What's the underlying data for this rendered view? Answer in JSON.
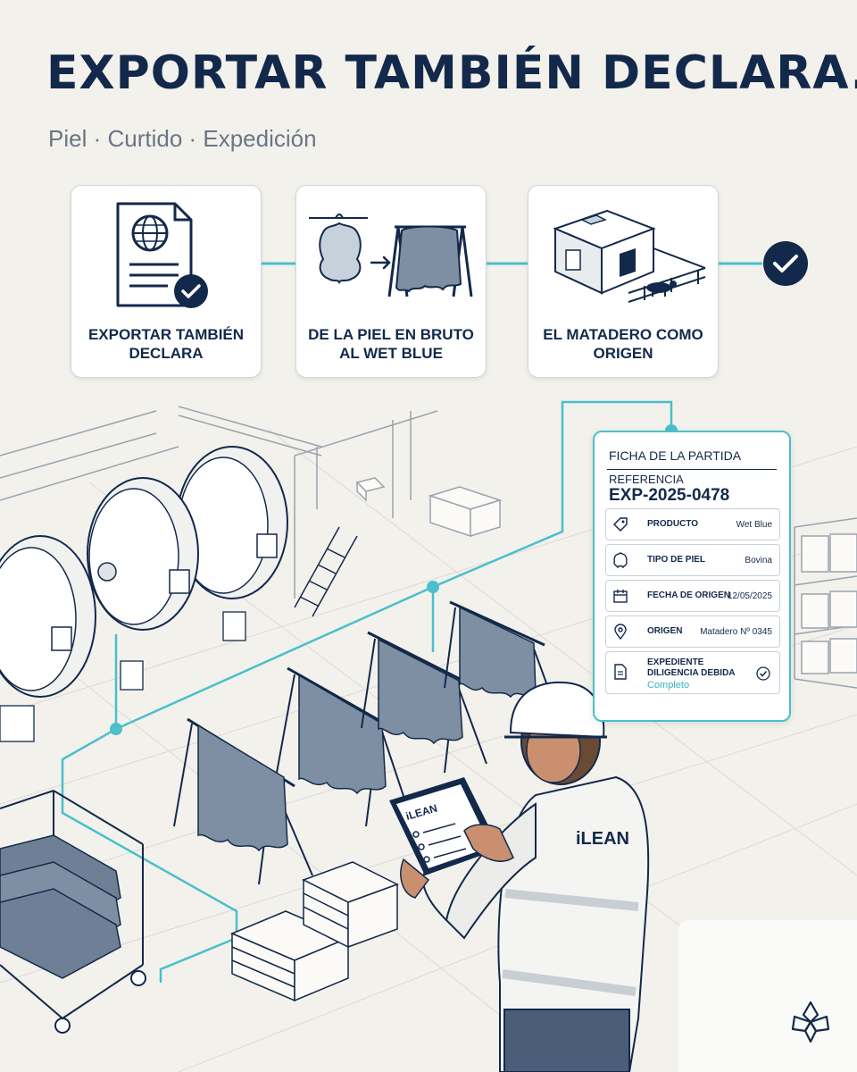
{
  "header": {
    "title": "EXPORTAR TAMBIÉN DECLARA.",
    "subtitle": "Piel · Curtido · Expedición"
  },
  "cards": [
    {
      "label": "EXPORTAR TAMBIÉN DECLARA",
      "icon": "globe-document-check-icon"
    },
    {
      "label": "DE LA PIEL EN BRUTO AL WET BLUE",
      "icon": "hide-to-wet-blue-icon"
    },
    {
      "label": "EL MATADERO COMO ORIGEN",
      "icon": "slaughterhouse-icon"
    }
  ],
  "ficha": {
    "title": "FICHA DE LA PARTIDA",
    "ref_label": "REFERENCIA",
    "ref_value": "EXP-2025-0478",
    "rows": [
      {
        "label": "PRODUCTO",
        "value": "Wet Blue",
        "icon": "tag-icon"
      },
      {
        "label": "TIPO DE PIEL",
        "value": "Bovina",
        "icon": "hide-icon"
      },
      {
        "label": "FECHA DE ORIGEN",
        "value": "12/05/2025",
        "icon": "calendar-icon"
      },
      {
        "label": "ORIGEN",
        "value": "Matadero Nº 0345",
        "icon": "location-pin-icon"
      },
      {
        "label": "EXPEDIENTE DILIGENCIA DEBIDA",
        "status": "Completo",
        "icon": "document-icon"
      }
    ]
  },
  "scene": {
    "tablet_brand": "iLEAN",
    "vest_brand": "iLEAN"
  },
  "colors": {
    "navy": "#13294b",
    "teal": "#49c0cb",
    "hide_blue": "#7e8fa3",
    "background": "#f3f1ec"
  }
}
